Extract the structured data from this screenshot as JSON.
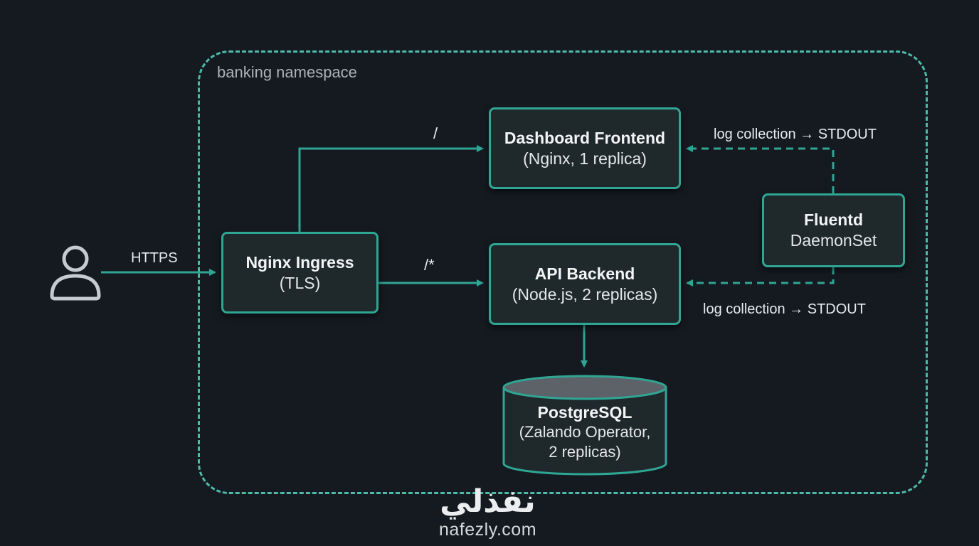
{
  "namespace": {
    "label": "banking namespace"
  },
  "client": {
    "icon": "user-icon"
  },
  "nodes": {
    "ingress": {
      "title": "Nginx Ingress",
      "sub": "(TLS)"
    },
    "frontend": {
      "title": "Dashboard Frontend",
      "sub": "(Nginx, 1 replica)"
    },
    "api": {
      "title": "API Backend",
      "sub": "(Node.js, 2 replicas)"
    },
    "fluentd": {
      "title": "Fluentd",
      "sub": "DaemonSet"
    },
    "postgres": {
      "title": "PostgreSQL",
      "sub1": "(Zalando Operator,",
      "sub2": "2 replicas)"
    }
  },
  "edges": {
    "https": "HTTPS",
    "route_root": "/",
    "route_wildcard": "/*",
    "log_top": "log collection → STDOUT",
    "log_bottom": "log collection → STDOUT"
  },
  "watermark": {
    "logo": "نفذلي",
    "url": "nafezly.com"
  },
  "colors": {
    "background": "#151a21",
    "accent": "#2fa693",
    "namespace_border": "#4dbba8",
    "node_fill": "#1f292c",
    "db_top": "#5d6268"
  }
}
